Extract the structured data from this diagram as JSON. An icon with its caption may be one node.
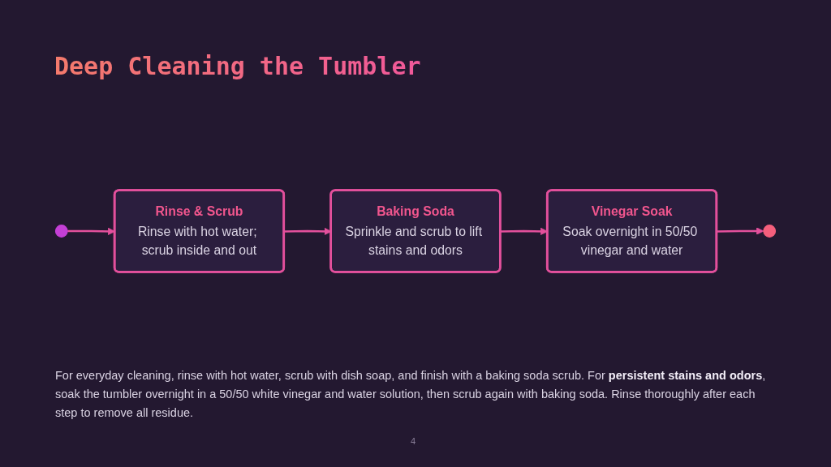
{
  "diagram": {
    "title": "Deep Cleaning the Tumbler",
    "caption": "For everyday cleaning, rinse with hot water, scrub with dish soap, and finish with a baking soda scrub. For **persistent stains and odors**, soak the tumbler overnight in a 50/50 white vinegar and water solution, then scrub again with baking soda. Rinse thoroughly after each step to remove all residue.",
    "nodes": [
      {
        "text": [],
        "shape": "circle"
      },
      {
        "text": [
          "Rinse & Scrub",
          "Rinse with hot water; scrub inside and out"
        ]
      },
      {
        "text": [
          "Baking Soda",
          "Sprinkle and scrub to lift stains and odors"
        ]
      },
      {
        "text": [
          "Vinegar Soak",
          "Soak overnight in 50/50 vinegar and water"
        ]
      },
      {
        "text": [],
        "shape": "circle"
      }
    ],
    "edges": [
      {
        "from": 0,
        "to": 1,
        "arrow": "to"
      },
      {
        "from": 1,
        "to": 2,
        "arrow": "to"
      },
      {
        "from": 2,
        "to": 3,
        "arrow": "to"
      },
      {
        "from": 3,
        "to": 4,
        "arrow": "to"
      }
    ],
    "labels": [
      "4"
    ]
  }
}
